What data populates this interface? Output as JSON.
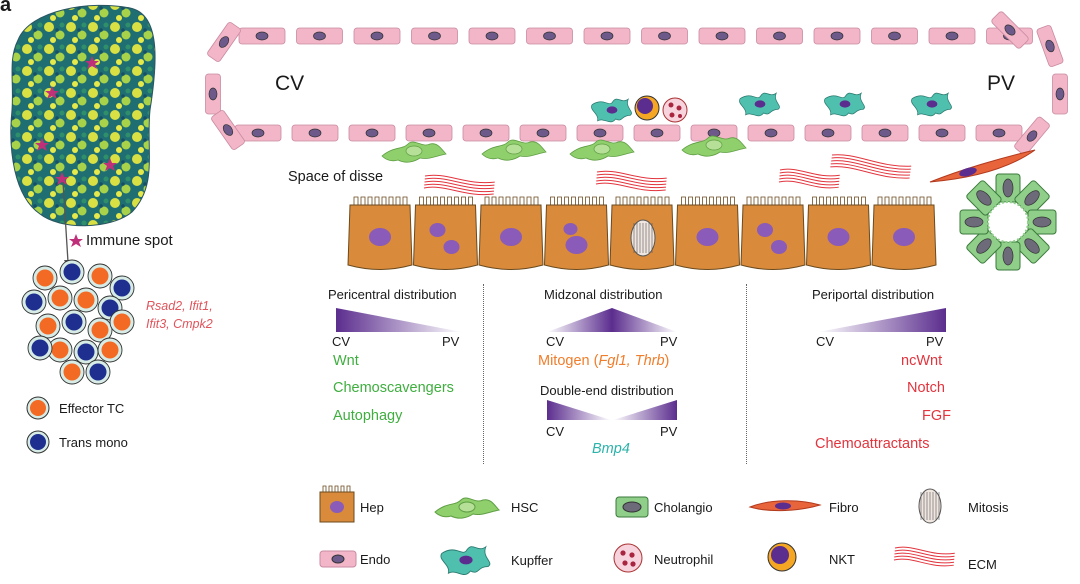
{
  "panel_letter": "a",
  "left": {
    "immune_spot_label": "Immune spot",
    "genes_line1": "Rsad2, Ifit1,",
    "genes_line2": "Ifit3, Cmpk2",
    "legend": [
      {
        "label": "Effector TC",
        "color": "#f26a23"
      },
      {
        "label": "Trans mono",
        "color": "#1f2f8f"
      }
    ]
  },
  "top": {
    "cv_label": "CV",
    "pv_label": "PV",
    "space_label": "Space of disse"
  },
  "distributions": {
    "pericentral": {
      "title": "Pericentral distribution",
      "cv": "CV",
      "pv": "PV",
      "items": [
        "Wnt",
        "Chemoscavengers",
        "Autophagy"
      ]
    },
    "midzonal": {
      "title": "Midzonal distribution",
      "cv": "CV",
      "pv": "PV",
      "mitogen_prefix": "Mitogen (",
      "mitogen_genes": "Fgl1, Thrb",
      "mitogen_suffix": ")",
      "double_title": "Double-end distribution",
      "double_cv": "CV",
      "double_pv": "PV",
      "double_item": "Bmp4"
    },
    "periportal": {
      "title": "Periportal distribution",
      "cv": "CV",
      "pv": "PV",
      "items": [
        "ncWnt",
        "Notch",
        "FGF",
        "Chemoattractants"
      ]
    }
  },
  "legend_bottom": {
    "row1": [
      "Hep",
      "HSC",
      "Cholangio",
      "Fibro",
      "Mitosis"
    ],
    "row2": [
      "Endo",
      "Kupffer",
      "Neutrophil",
      "NKT",
      "ECM"
    ]
  },
  "colors": {
    "hepatocyte": "#d98a3a",
    "endothelial": "#f2b6c8",
    "hsc": "#8fcf6c",
    "kupffer": "#4fbfae",
    "ecm": "#e2343d",
    "gradient": "#5b2d8e",
    "green_text": "#3fae3f",
    "orange_text": "#f07d2b",
    "red_text": "#e2343d",
    "teal_text": "#2bb3aa"
  }
}
